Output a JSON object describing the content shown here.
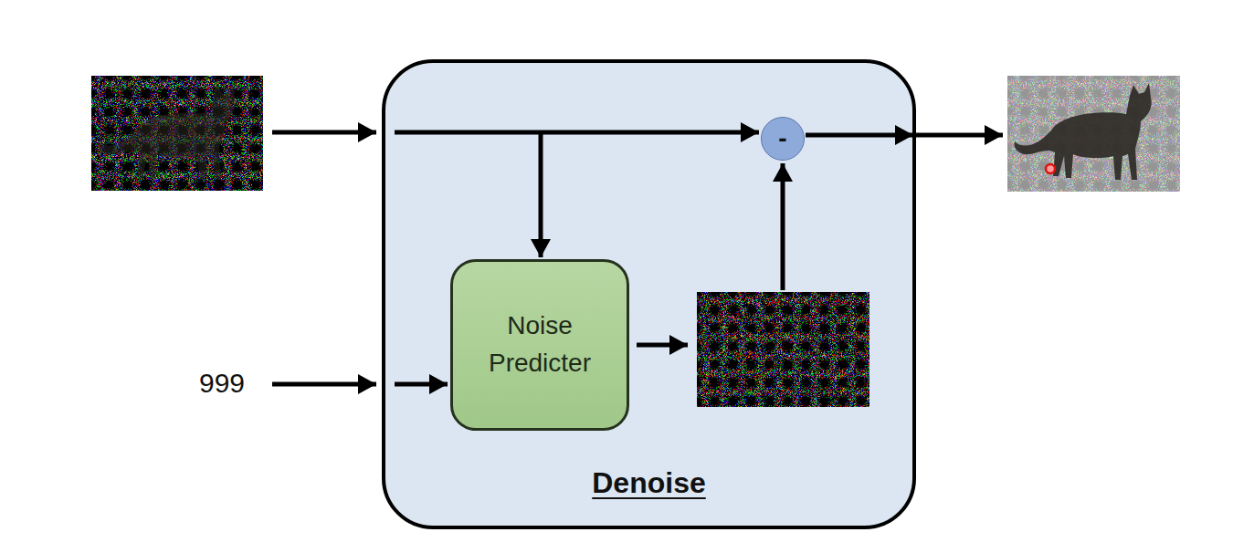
{
  "diagram": {
    "nodes": [
      {
        "text": [
          "Denoise"
        ]
      },
      {
        "text": [
          "-"
        ],
        "in": 0
      },
      {
        "text": [
          "Noise Predicter"
        ],
        "in": 0
      }
    ],
    "labels": [
      "999"
    ]
  }
}
